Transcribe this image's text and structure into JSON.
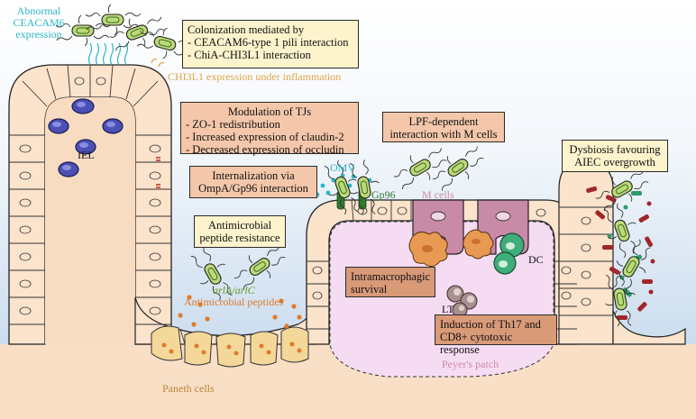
{
  "labels": {
    "abnormal_ceacam6": [
      "Abnormal",
      "CEACAM6",
      "expression"
    ],
    "chi3l1": "CHI3L1 expression under inflammation",
    "iel": "IEL",
    "omv": "OMV",
    "gp96": "Gp96",
    "m_cells": "M cells",
    "dc": "DC",
    "lt": "LT",
    "arla": "arlA/arlC",
    "antimicrobial_peptides": "Antimicrobial peptides",
    "paneth_cells": "Paneth cells",
    "peyers_patch": "Peyer's patch"
  },
  "boxes": {
    "colonization": {
      "title": "Colonization mediated by",
      "items": [
        "- CEACAM6-type 1 pili interaction",
        "- ChiA-CHI3L1 interaction"
      ]
    },
    "tjs": {
      "title": "Modulation of TJs",
      "items": [
        "- ZO-1 redistribution",
        "- Increased expression of claudin-2",
        "- Decreased expression of occludin"
      ]
    },
    "internalization": [
      "Internalization via",
      "OmpA/Gp96 interaction"
    ],
    "antimicrobial": [
      "Antimicrobial",
      "peptide resistance"
    ],
    "lpf": [
      "LPF-dependent",
      "interaction with M cells"
    ],
    "dysbiosis": [
      "Dysbiosis favouring",
      "AIEC overgrowth"
    ],
    "intramacrophagic": [
      "Intramacrophagic",
      "survival"
    ],
    "th17": [
      "Induction of Th17 and",
      "CD8+ cytotoxic response"
    ]
  },
  "colors": {
    "epithelium": "#fbe3cc",
    "lamina": "#f6dcc0",
    "outline": "#222222",
    "lumen_top": "#ffffff",
    "lumen_bottom": "#c6d9ec",
    "bacteria": "#bcd97a",
    "ceacam6": "#2bb6c8",
    "chi3l1": "#e0a44a",
    "peptides": "#e07a2a",
    "mcell": "#c98aa8",
    "peyer": "#f5dcf2",
    "macrophage": "#e89a52",
    "dc": "#3fae7a",
    "iel": "#4c4fb3",
    "lt": "#a98f8f",
    "gp96": "#2e7a2e",
    "dysbiosis_red": "#a0262a",
    "dysbiosis_green": "#2f9a6a"
  }
}
